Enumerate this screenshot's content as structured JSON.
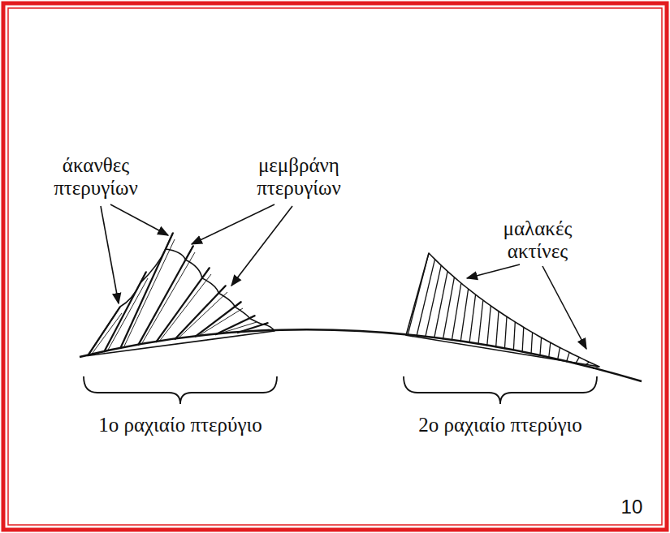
{
  "diagram": {
    "labels": [
      "άκανθες πτερυγίων",
      "μεμβράνη πτερυγίων",
      "μαλακές ακτίνες",
      "1ο ραχιαίο πτερύγιο",
      "2ο ραχιαίο πτερύγιο",
      "10"
    ]
  }
}
